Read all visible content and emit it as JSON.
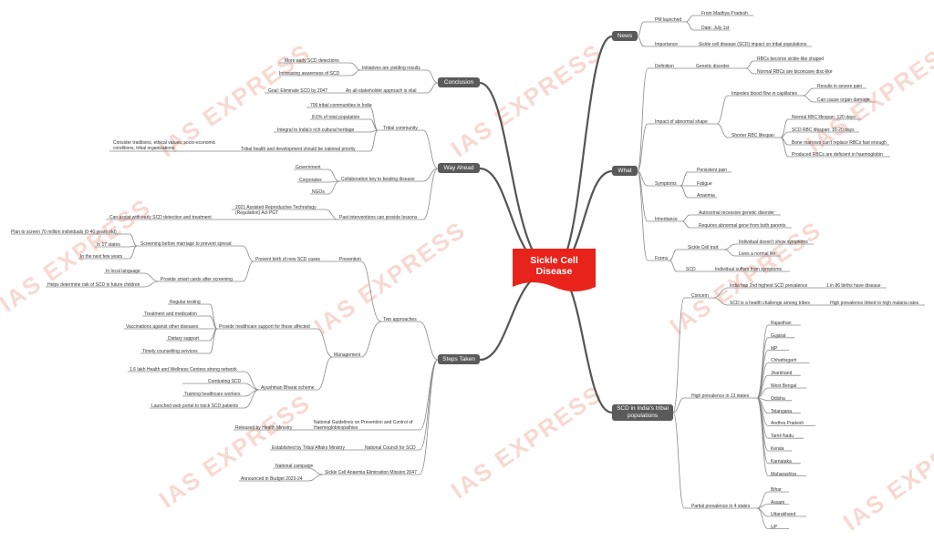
{
  "watermark": "IAS EXPRESS",
  "colors": {
    "central": "#e8231c",
    "branch": "#5a5a5a",
    "line": "#8a8a8a",
    "watermark": "#f6d0c8"
  },
  "central": {
    "line1": "Sickle Cell",
    "line2": "Disease"
  },
  "news": {
    "title": "News",
    "pm_launched": "PM launched",
    "from": "From Madhya Pradesh",
    "date": "Date: July 1st",
    "importance": "Importance",
    "importance_text": "Sickle cell disease (SCD) impact on tribal populations"
  },
  "what": {
    "title": "What",
    "definition": "Definition",
    "genetic_disorder": "Genetic disorder",
    "rbcs_sickle": "RBCs become sickle-like shaped",
    "normal_rbcs": "Normal RBCs are biconcave disc-like",
    "impact": "Impact of abnormal shape",
    "impedes": "Impedes blood flow in capillaries",
    "results_pain": "Results in severe pain",
    "organ_damage": "Can cause organ damage",
    "shorter": "Shorter RBC lifespan",
    "normal_lifespan": "Normal RBC lifespan: 120 days",
    "scd_lifespan": "SCD RBC lifespan: 10-20 days",
    "bone_marrow": "Bone marrows can't replace RBCs fast enough",
    "deficient": "Produced RBCs are deficient in haemoglobin",
    "symptoms": "Symptoms",
    "pain": "Persistent pain",
    "fatigue": "Fatigue",
    "anaemia": "Anaemia",
    "inheritance": "Inheritance",
    "autosomal": "Autosomal recessive genetic disorder",
    "requires": "Requires abnormal gene from both parents",
    "forms": "Forms",
    "trait": "Sickle Cell trait",
    "no_symptoms": "Individual doesn't show symptoms",
    "normal_life": "Lives a normal life",
    "scd": "SCD",
    "suffers": "Individual suffers from symptoms"
  },
  "scd_india": {
    "title1": "SCD in India's tribal",
    "title2": "populations",
    "concern": "Concern",
    "second_highest": "India has 2nd highest SCD prevalence",
    "births": "1 in 86 births have disease",
    "health_challenge": "SCD is a health challenge among tribes",
    "malaria": "High prevalence linked to high malaria rates",
    "high_prev": "High prevalence in 13 states",
    "states13": [
      "Rajasthan",
      "Gujarat",
      "MP",
      "Chhattisgarh",
      "Jharkhand",
      "West Bengal",
      "Odisha",
      "Telangana",
      "Andhra Pradesh",
      "Tamil Nadu",
      "Kerala",
      "Karnataka",
      "Maharashtra"
    ],
    "partial_prev": "Partial prevalence in 4 states",
    "states4": [
      "Bihar",
      "Assam",
      "Uttarakhand",
      "UP"
    ]
  },
  "conclusion": {
    "title": "Conclusion",
    "initiatives": "Initiatives are yielding results",
    "detections": "More early SCD detections",
    "awareness": "Increasing awareness of SCD",
    "approach": "An all-stakeholder approach is vital",
    "goal": "Goal: Eliminate SCD by 2047"
  },
  "way_ahead": {
    "title": "Way Ahead",
    "tribal_community": "Tribal community",
    "communities": "706 tribal communities in India",
    "percent": "8.6% of total population",
    "heritage": "Integral to India's rich cultural heritage",
    "priority": "Tribal health and development should be national priority",
    "consider": "Consider traditions, ethical values, socio-economic conditions, tribal organizations",
    "collaboration": "Collaboration key to beating disease",
    "government": "Government",
    "corporates": "Corporates",
    "ngos": "NGOs",
    "past": "Past interventions can provide lessons",
    "art_act": "2021 Assisted Reproductive Technology (Regulation) Act PGT",
    "assist": "Can assist with early SCD detection and treatment"
  },
  "steps": {
    "title": "Steps Taken",
    "two_approaches": "Two approaches",
    "prevention": "Prevention",
    "prevent_birth": "Prevent birth of new SCD cases",
    "screening": "Screening before marriage to prevent spread",
    "plan": "Plan to screen 70 million individuals (0-40 years old)",
    "states17": "In 17 states",
    "next_years": "In the next few years",
    "smart_cards": "Provide smart cards after screening",
    "local_lang": "In local language",
    "helps": "Helps determine risk of SCD in future children",
    "management": "Management",
    "healthcare": "Provide healthcare support for those affected",
    "testing": "Regular testing",
    "treatment": "Treatment and medication",
    "vaccinations": "Vaccinations against other diseases",
    "dietary": "Dietary support",
    "counselling": "Timely counselling services",
    "ayushman": "Ayushman Bharat scheme",
    "centres": "1.6 lakh Health and Wellness Centres strong network",
    "combating": "Combating SCD",
    "training": "Training healthcare workers",
    "portal": "Launched web portal to track SCD patients",
    "guidelines1": "National Guidelines on Prevention and Control of",
    "guidelines2": "Haemoglobinopathies",
    "released": "Released by Health Ministry",
    "council": "National Council for SCD",
    "established": "Established by Tribal Affairs Ministry",
    "mission": "Sickle Cell Anaemia Elimination Mission 2047",
    "campaign": "National campaign",
    "budget": "Announced in Budget 2023-24"
  }
}
